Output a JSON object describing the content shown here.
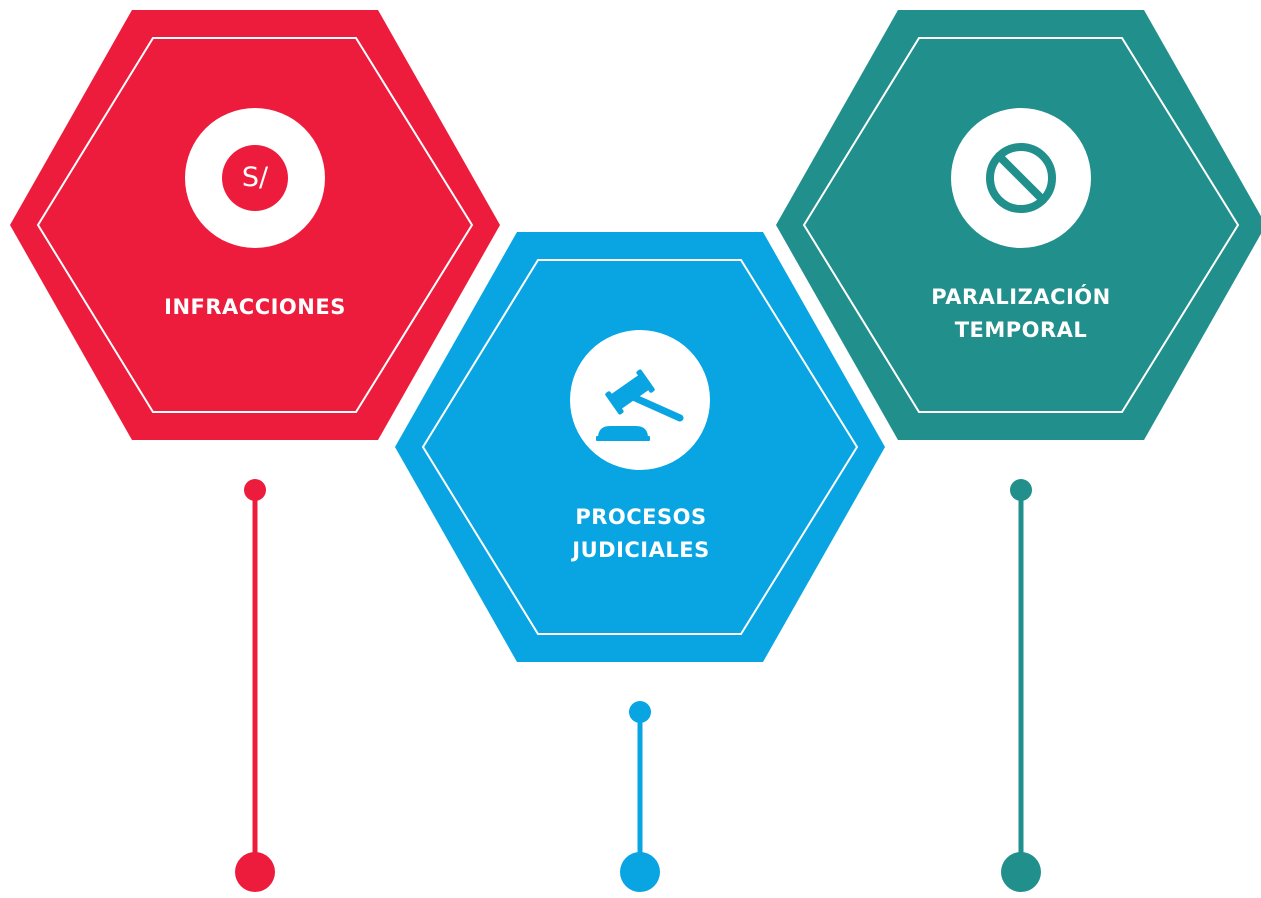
{
  "colors": {
    "infracciones": "#EE1C3C",
    "procesos": "#09A5E2",
    "paralizacion": "#218F8B",
    "white": "#FFFFFF"
  },
  "hexagons": [
    {
      "id": "infracciones",
      "icon": "currency-soles-icon",
      "icon_text": "S/",
      "label_lines": [
        "INFRACCIONES"
      ]
    },
    {
      "id": "procesos",
      "icon": "gavel-icon",
      "label_lines": [
        "PROCESOS",
        "JUDICIALES"
      ]
    },
    {
      "id": "paralizacion",
      "icon": "prohibited-icon",
      "label_lines": [
        "PARALIZACIÓN",
        "TEMPORAL"
      ]
    }
  ]
}
